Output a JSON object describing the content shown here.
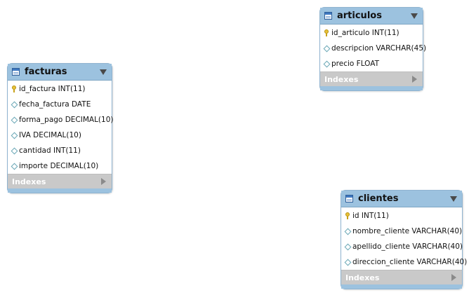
{
  "tables": {
    "articulos": {
      "name": "articulos",
      "columns": [
        "id_articulo INT(11)",
        "descripcion VARCHAR(45)",
        "precio FLOAT"
      ],
      "indexes_label": "Indexes"
    },
    "facturas": {
      "name": "facturas",
      "columns": [
        "id_factura INT(11)",
        "fecha_factura DATE",
        "forma_pago DECIMAL(10)",
        "IVA DECIMAL(10)",
        "cantidad INT(11)",
        "importe DECIMAL(10)"
      ],
      "indexes_label": "Indexes"
    },
    "clientes": {
      "name": "clientes",
      "columns": [
        "id INT(11)",
        "nombre_cliente VARCHAR(40)",
        "apellido_cliente VARCHAR(40)",
        "direccion_cliente VARCHAR(40)"
      ],
      "indexes_label": "Indexes"
    }
  },
  "colors": {
    "header": "#9cc2df",
    "footer": "#c9c9c9",
    "primary_key": "#e8c33a",
    "column_marker": "#6aa7b6"
  }
}
